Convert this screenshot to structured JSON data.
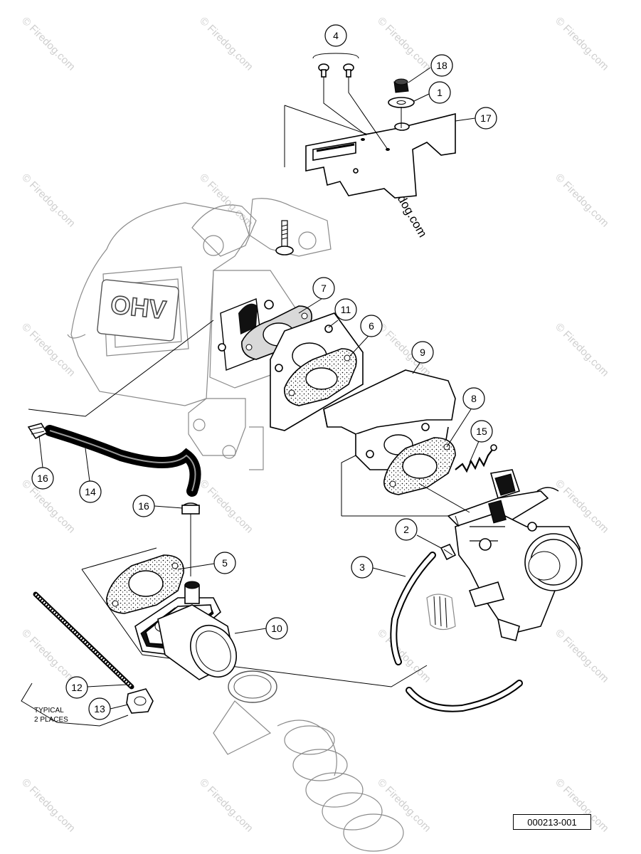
{
  "drawing": {
    "number": "000213-001",
    "note_line1": "TYPICAL",
    "note_line2": "2 PLACES",
    "emblem_text": "OHV",
    "watermark": "© Firedog.com"
  },
  "callouts": [
    {
      "id": "4",
      "part": "screws"
    },
    {
      "id": "18",
      "part": "nut"
    },
    {
      "id": "1",
      "part": "washer"
    },
    {
      "id": "17",
      "part": "air-box-bracket"
    },
    {
      "id": "7",
      "part": "gasket"
    },
    {
      "id": "11",
      "part": "spacer-plate"
    },
    {
      "id": "6",
      "part": "gasket"
    },
    {
      "id": "9",
      "part": "bracket"
    },
    {
      "id": "8",
      "part": "gasket"
    },
    {
      "id": "15",
      "part": "spring"
    },
    {
      "id": "16",
      "part": "hose-clamp"
    },
    {
      "id": "14",
      "part": "breather-hose"
    },
    {
      "id": "16",
      "part": "hose-clamp"
    },
    {
      "id": "2",
      "part": "clip"
    },
    {
      "id": "5",
      "part": "gasket"
    },
    {
      "id": "3",
      "part": "fuel-line"
    },
    {
      "id": "10",
      "part": "air-intake-adapter"
    },
    {
      "id": "12",
      "part": "stud"
    },
    {
      "id": "13",
      "part": "nut"
    }
  ]
}
